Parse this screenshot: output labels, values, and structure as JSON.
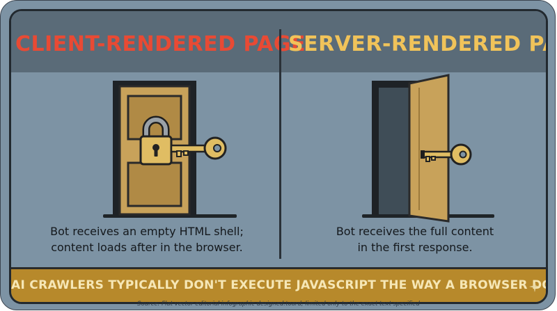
{
  "panels": {
    "left": {
      "title": "CLIENT-RENDERED PAGE",
      "caption_line1": "Bot receives an empty HTML shell;",
      "caption_line2": "content loads after in the browser.",
      "door_state": "closed-locked"
    },
    "right": {
      "title": "SERVER-RENDERED PAGE",
      "caption_line1": "Bot receives the full content",
      "caption_line2": "in the first response.",
      "door_state": "open"
    }
  },
  "footer": {
    "text": "AI CRAWLERS TYPICALLY DON'T EXECUTE JAVASCRIPT THE WAY A BROWSER DOES."
  },
  "source_note": "Source: Flat vector editorial infographic designed:toard, limited only to the exact text specified",
  "colors": {
    "card_bg": "#7d93a4",
    "header_band": "#5a6b78",
    "left_title": "#e84a34",
    "right_title": "#f0c35a",
    "door_wood": "#c8a25a",
    "key_gold": "#e0bd63",
    "footer_band": "#b7892b",
    "footer_text": "#f6e7b6"
  },
  "icons": [
    "lock-icon",
    "key-icon",
    "door-closed-icon",
    "door-open-icon",
    "sparkle-icon"
  ]
}
